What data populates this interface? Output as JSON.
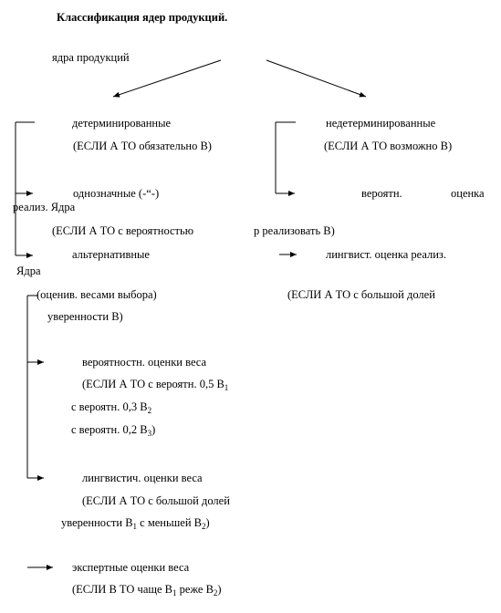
{
  "title": "Классификация ядер продукций.",
  "root": "ядра продукций",
  "deterministic": {
    "label": "детерминированные",
    "rule": "(ЕСЛИ А ТО обязательно В)",
    "unique": {
      "label": "однозначные (-“-)"
    },
    "alternative": {
      "label": "альтернативные",
      "criterion": "(оценив. весами выбора)",
      "criterion_cont": "уверенности В)",
      "prob_weights": {
        "label": "вероятностн. оценки веса",
        "line1_pre": "(ЕСЛИ А ТО с вероятн. 0,5 В",
        "line1_sub": "1",
        "line2_pre": "с вероятн. 0,3 В",
        "line2_sub": "2",
        "line3_pre": "с вероятн. 0,2 В",
        "line3_sub": "3",
        "line3_post": ")"
      },
      "ling_weights": {
        "label": "лингвистич. оценки веса",
        "line1": "(ЕСЛИ А ТО с большой долей",
        "line2_pre": "уверенности В",
        "line2_sub1": "1",
        "line2_mid": " с меньшей В",
        "line2_sub2": "2",
        "line2_post": ")"
      },
      "expert_weights": {
        "label": "экспертные оценки веса",
        "line1_pre": "(ЕСЛИ В ТО чаще В",
        "line1_sub1": "1",
        "line1_mid": " реже В",
        "line1_sub2": "2",
        "line1_post": ")"
      }
    }
  },
  "nondeterministic": {
    "label": "недетерминированные",
    "rule": "(ЕСЛИ А ТО возможно В)",
    "probabilistic": {
      "word1": "вероятн.",
      "word2": "оценка",
      "rule_tail": "р реализовать В)"
    },
    "linguistic": {
      "label": "лингвист.  оценка  реализ.",
      "rule": "(ЕСЛИ А ТО с большой долей"
    }
  },
  "shared": {
    "realiz_yadra": "реализ. Ядра",
    "prob_rule_start": "(ЕСЛИ А ТО с вероятностью",
    "yadra": "Ядра"
  }
}
